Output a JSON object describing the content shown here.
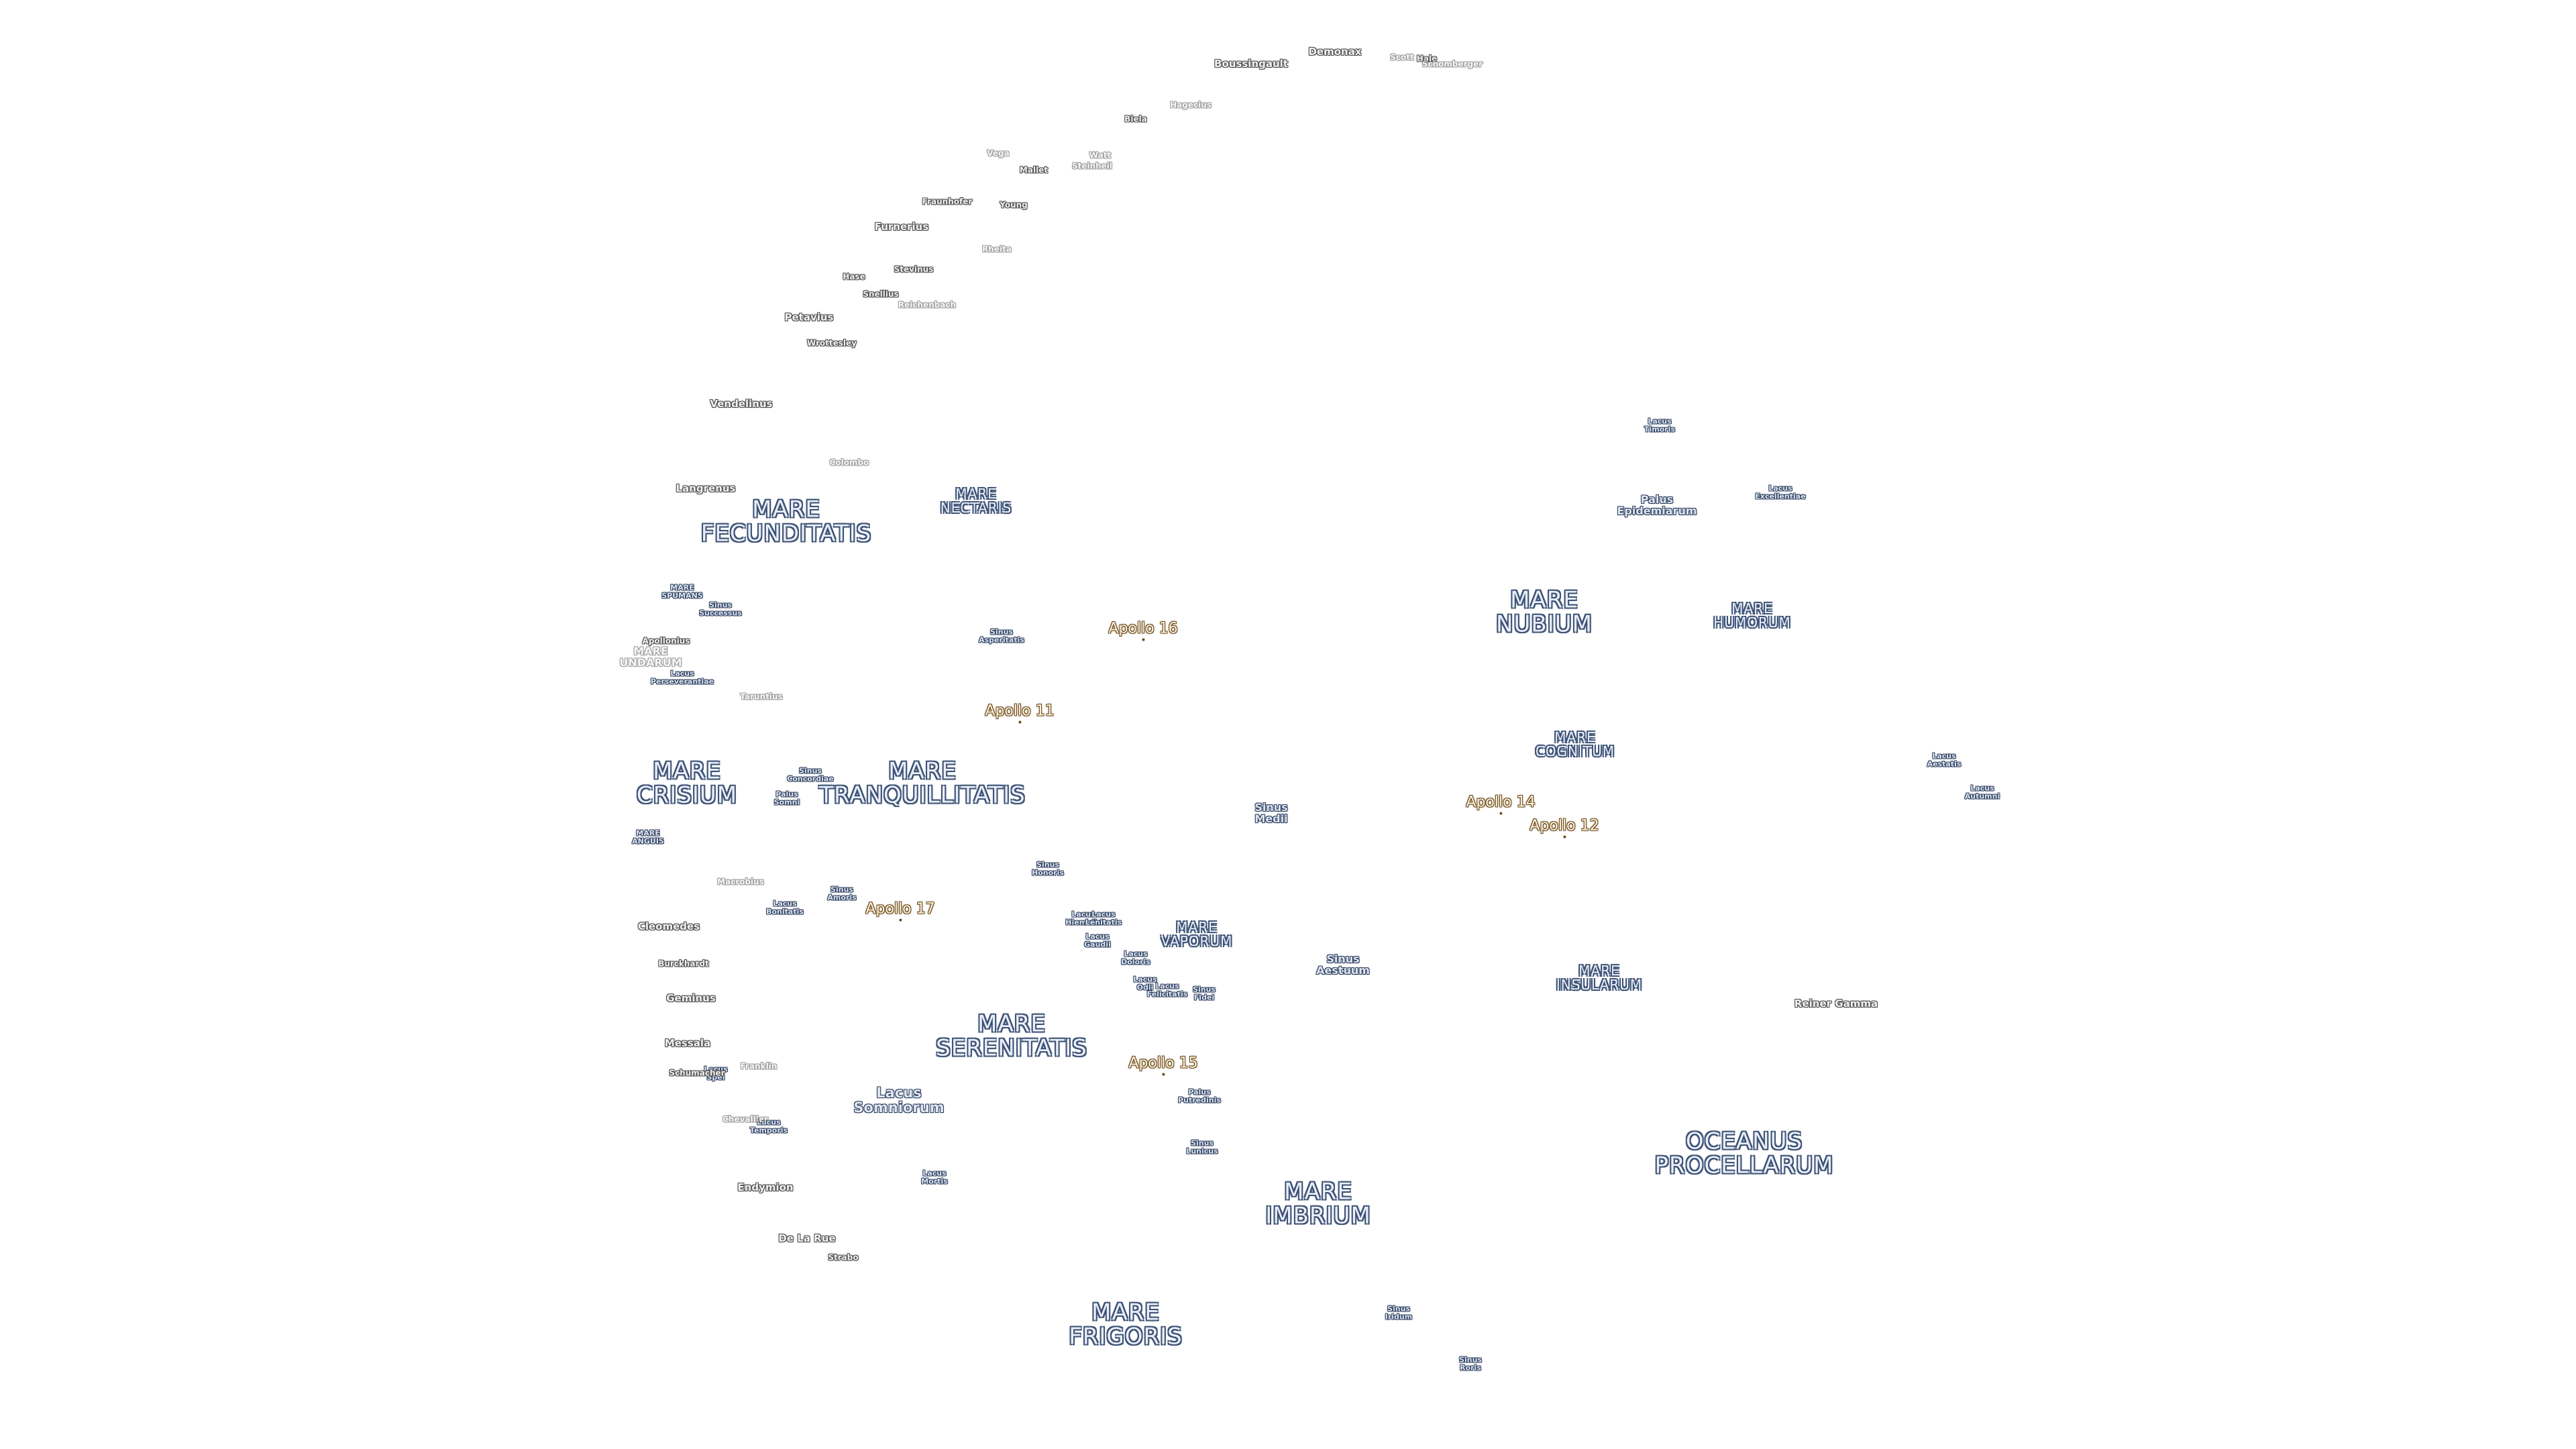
{
  "features": [
    {
      "id": "oceanus-procellarum",
      "text": "OCEANUS\nPROCELLARUM",
      "kind": "mare"
    },
    {
      "id": "mare-frigoris",
      "text": "MARE\nFRIGORIS",
      "kind": "mare"
    },
    {
      "id": "mare-imbrium",
      "text": "MARE\nIMBRIUM",
      "kind": "mare"
    },
    {
      "id": "mare-serenitatis",
      "text": "MARE\nSERENITATIS",
      "kind": "mare"
    },
    {
      "id": "mare-tranquillitatis",
      "text": "MARE\nTRANQUILLITATIS",
      "kind": "mare"
    },
    {
      "id": "mare-crisium",
      "text": "MARE\nCRISIUM",
      "kind": "mare"
    },
    {
      "id": "mare-fecunditatis",
      "text": "MARE\nFECUNDITATIS",
      "kind": "mare"
    },
    {
      "id": "mare-nectaris",
      "text": "MARE\nNECTARIS",
      "kind": "mare-sm"
    },
    {
      "id": "mare-nubium",
      "text": "MARE\nNUBIUM",
      "kind": "mare"
    },
    {
      "id": "mare-humorum",
      "text": "MARE\nHUMORUM",
      "kind": "mare-sm"
    },
    {
      "id": "mare-cognitum",
      "text": "MARE\nCOGNITUM",
      "kind": "mare-sm"
    },
    {
      "id": "mare-insularum",
      "text": "MARE\nINSULARUM",
      "kind": "mare-sm"
    },
    {
      "id": "mare-vaporum",
      "text": "MARE\nVAPORUM",
      "kind": "mare-sm"
    },
    {
      "id": "mare-spumans",
      "text": "MARE\nSPUMANS",
      "kind": "tiny"
    },
    {
      "id": "mare-undarum",
      "text": "MARE\nUNDARUM",
      "kind": "faded-sm"
    },
    {
      "id": "mare-anguis",
      "text": "MARE\nANGUIS",
      "kind": "tiny"
    },
    {
      "id": "lacus-somniorum",
      "text": "Lacus\nSomniorum",
      "kind": "feature-lg"
    },
    {
      "id": "lacus-mortis",
      "text": "Lacus\nMortis",
      "kind": "tiny"
    },
    {
      "id": "lacus-bonitatis",
      "text": "Lacus\nBonitatis",
      "kind": "tiny"
    },
    {
      "id": "lacus-timoris",
      "text": "Lacus\nTimoris",
      "kind": "tiny"
    },
    {
      "id": "lacus-excellentiae",
      "text": "Lacus\nExcellentiae",
      "kind": "tiny"
    },
    {
      "id": "lacus-autumni",
      "text": "Lacus\nAutumni",
      "kind": "tiny"
    },
    {
      "id": "lacus-aestatis",
      "text": "Lacus\nAestatis",
      "kind": "tiny"
    },
    {
      "id": "lacus-perseverantiae",
      "text": "Lacus\nPerseverantiae",
      "kind": "tiny"
    },
    {
      "id": "lacus-gaudii",
      "text": "Lacus\nGaudii",
      "kind": "tiny"
    },
    {
      "id": "lacus-doloris",
      "text": "Lacus\nDoloris",
      "kind": "tiny"
    },
    {
      "id": "lacus-hiemalis",
      "text": "Lacus\nHiemalis",
      "kind": "tiny"
    },
    {
      "id": "lacus-lenitatis",
      "text": "Lacus\nLenitatis",
      "kind": "tiny"
    },
    {
      "id": "lacus-odii",
      "text": "Lacus\nOdii",
      "kind": "tiny"
    },
    {
      "id": "lacus-felicitatis",
      "text": "Lacus\nFelicitatis",
      "kind": "tiny"
    },
    {
      "id": "lacus-spei",
      "text": "Lacus\nSpei",
      "kind": "tiny"
    },
    {
      "id": "lacus-temporis",
      "text": "Lacus\nTemporis",
      "kind": "tiny"
    },
    {
      "id": "sinus-iridum",
      "text": "Sinus\nIridum",
      "kind": "tiny"
    },
    {
      "id": "sinus-roris",
      "text": "Sinus\nRoris",
      "kind": "tiny"
    },
    {
      "id": "sinus-lunicus",
      "text": "Sinus\nLunicus",
      "kind": "tiny"
    },
    {
      "id": "sinus-aestuum",
      "text": "Sinus\nAestuum",
      "kind": "feature-sm"
    },
    {
      "id": "sinus-medii",
      "text": "Sinus\nMedii",
      "kind": "feature-sm"
    },
    {
      "id": "sinus-fidei",
      "text": "Sinus\nFidei",
      "kind": "tiny"
    },
    {
      "id": "sinus-honoris",
      "text": "Sinus\nHonoris",
      "kind": "tiny"
    },
    {
      "id": "sinus-amoris",
      "text": "Sinus\nAmoris",
      "kind": "tiny"
    },
    {
      "id": "sinus-concordiae",
      "text": "Sinus\nConcordiae",
      "kind": "tiny"
    },
    {
      "id": "sinus-asperitatis",
      "text": "Sinus\nAsperitatis",
      "kind": "tiny"
    },
    {
      "id": "sinus-successus",
      "text": "Sinus\nSuccessus",
      "kind": "tiny"
    },
    {
      "id": "palus-epidemiarum",
      "text": "Palus\nEpidemiarum",
      "kind": "feature-sm"
    },
    {
      "id": "palus-putredinis",
      "text": "Palus\nPutredinis",
      "kind": "tiny"
    },
    {
      "id": "palus-somni",
      "text": "Palus\nSomni",
      "kind": "tiny"
    },
    {
      "id": "apollo-11",
      "text": "Apollo 11",
      "kind": "apollo"
    },
    {
      "id": "apollo-12",
      "text": "Apollo 12",
      "kind": "apollo"
    },
    {
      "id": "apollo-14",
      "text": "Apollo 14",
      "kind": "apollo"
    },
    {
      "id": "apollo-15",
      "text": "Apollo 15",
      "kind": "apollo"
    },
    {
      "id": "apollo-16",
      "text": "Apollo 16",
      "kind": "apollo"
    },
    {
      "id": "apollo-17",
      "text": "Apollo 17",
      "kind": "apollo"
    },
    {
      "id": "reiner-gamma",
      "text": "Reiner Gamma",
      "kind": "crater"
    },
    {
      "id": "boussingault",
      "text": "Boussingault",
      "kind": "crater"
    },
    {
      "id": "demonax",
      "text": "Demonax",
      "kind": "crater"
    },
    {
      "id": "scott",
      "text": "Scott",
      "kind": "faded"
    },
    {
      "id": "hale",
      "text": "Hale",
      "kind": "crater-xs"
    },
    {
      "id": "schomberger",
      "text": "Schomberger",
      "kind": "faded"
    },
    {
      "id": "biela",
      "text": "Biela",
      "kind": "crater-xs"
    },
    {
      "id": "hagecius",
      "text": "Hagecius",
      "kind": "faded"
    },
    {
      "id": "vega",
      "text": "Vega",
      "kind": "faded"
    },
    {
      "id": "watt",
      "text": "Watt",
      "kind": "faded"
    },
    {
      "id": "steinheil",
      "text": "Steinheil",
      "kind": "faded"
    },
    {
      "id": "mallet",
      "text": "Mallet",
      "kind": "crater-xs"
    },
    {
      "id": "fraunhofer",
      "text": "Fraunhofer",
      "kind": "crater-xs"
    },
    {
      "id": "young",
      "text": "Young",
      "kind": "crater-xs"
    },
    {
      "id": "furnerius",
      "text": "Furnerius",
      "kind": "crater"
    },
    {
      "id": "rheita",
      "text": "Rheita",
      "kind": "faded"
    },
    {
      "id": "stevinus",
      "text": "Stevinus",
      "kind": "crater-xs"
    },
    {
      "id": "hase",
      "text": "Hase",
      "kind": "crater-xs"
    },
    {
      "id": "snellius",
      "text": "Snellius",
      "kind": "crater-xs"
    },
    {
      "id": "reichenbach",
      "text": "Reichenbach",
      "kind": "faded"
    },
    {
      "id": "petavius",
      "text": "Petavius",
      "kind": "crater"
    },
    {
      "id": "wrottesley",
      "text": "Wrottesley",
      "kind": "crater-xs"
    },
    {
      "id": "vendelinus",
      "text": "Vendelinus",
      "kind": "crater"
    },
    {
      "id": "colombo",
      "text": "Colombo",
      "kind": "faded"
    },
    {
      "id": "langrenus",
      "text": "Langrenus",
      "kind": "crater"
    },
    {
      "id": "apollonius",
      "text": "Apollonius",
      "kind": "crater-xs"
    },
    {
      "id": "taruntius",
      "text": "Taruntius",
      "kind": "faded"
    },
    {
      "id": "macrobius",
      "text": "Macrobius",
      "kind": "faded"
    },
    {
      "id": "cleomedes",
      "text": "Cleomedes",
      "kind": "crater"
    },
    {
      "id": "burckhardt",
      "text": "Burckhardt",
      "kind": "crater-xs"
    },
    {
      "id": "geminus",
      "text": "Geminus",
      "kind": "crater"
    },
    {
      "id": "messala",
      "text": "Messala",
      "kind": "crater"
    },
    {
      "id": "franklin",
      "text": "Franklin",
      "kind": "faded"
    },
    {
      "id": "schumacher",
      "text": "Schumacher",
      "kind": "crater-xs"
    },
    {
      "id": "chevallier",
      "text": "Chevallier",
      "kind": "faded"
    },
    {
      "id": "endymion",
      "text": "Endymion",
      "kind": "crater"
    },
    {
      "id": "de-la-rue",
      "text": "De La Rue",
      "kind": "crater"
    },
    {
      "id": "strabo",
      "text": "Strabo",
      "kind": "crater-xs"
    }
  ]
}
